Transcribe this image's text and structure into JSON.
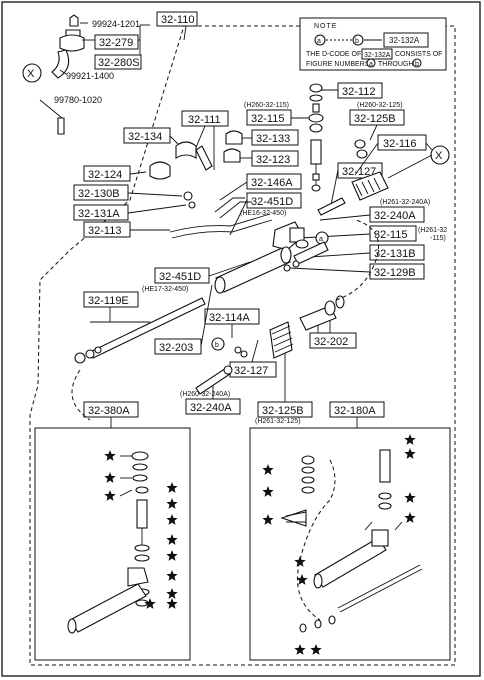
{
  "labels": {
    "p32110": "32-110",
    "p99924": "99924-1201",
    "p32279": "32-279",
    "p32280s": "32-280S",
    "p99921": "99921-1400",
    "p99780": "99780-1020",
    "p32112": "32-112",
    "p32115a": "32-115",
    "p32125b_top": "32-125B",
    "p32111": "32-111",
    "p32134": "32-134",
    "p32133": "32-133",
    "p32123": "32-123",
    "p32116": "32-116",
    "p32124": "32-124",
    "p32127a": "32-127",
    "p32146a": "32-146A",
    "p32130b": "32-130B",
    "p32451d_a": "32-451D",
    "p32131a": "32-131A",
    "p32240a_a": "32-240A",
    "p32113": "32-113",
    "p32115b": "32-115",
    "p32131b": "32-131B",
    "p32129b": "32-129B",
    "p32451d_b": "32-451D",
    "p32119e": "32-119E",
    "p32114a": "32-114A",
    "p32203": "32-203",
    "p32202": "32-202",
    "p32127b": "32-127",
    "p32240a_b": "32-240A",
    "p32125b_bot": "32-125B",
    "p32380a": "32-380A",
    "p32180a": "32-180A"
  },
  "small": {
    "h260_115": "(H260-32-115)",
    "h260_125": "(H260-32-125)",
    "he16_450": "(HE16-32-450)",
    "h261_240a": "(H261-32-240A)",
    "h261_115_a": "(H261-32",
    "h261_115_b": "-115)",
    "he17_450": "(HE17-32-450)",
    "h260_240a": "(H260-32-240A)",
    "h261_125": "(H261-32-125)"
  },
  "note": {
    "title": "NOTE",
    "code": "32-132A",
    "line1_pre": "THE D-CODE OF",
    "line1_code": "32-132A",
    "line1_post": "CONSISTS OF",
    "line2_pre": "FIGURE NUMBERS",
    "line2_mid": "THROUGH",
    "a": "a",
    "b": "b"
  },
  "markers": {
    "x": "X",
    "a": "a",
    "b": "b"
  }
}
